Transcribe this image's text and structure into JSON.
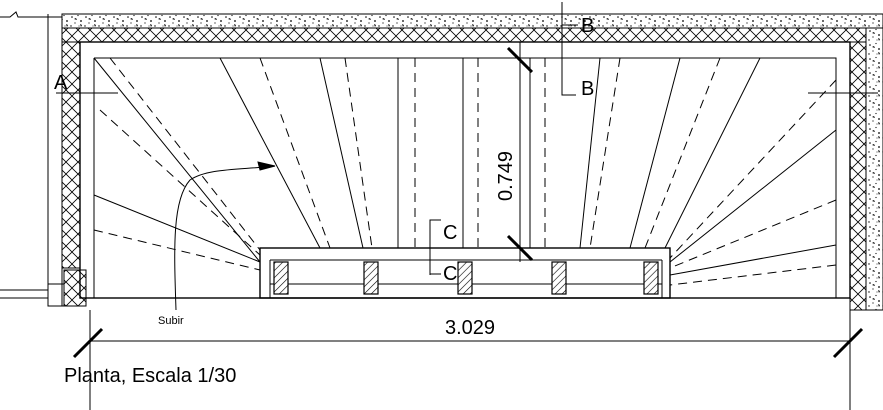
{
  "title": "Planta, Escala 1/30",
  "dimensions": {
    "width_label": "3.029",
    "depth_label": "0.749"
  },
  "section_marks": {
    "a": "A",
    "b_top": "B",
    "b_bottom": "B",
    "c_top": "C",
    "c_bottom": "C"
  },
  "annotation": {
    "subir": "Subir"
  }
}
